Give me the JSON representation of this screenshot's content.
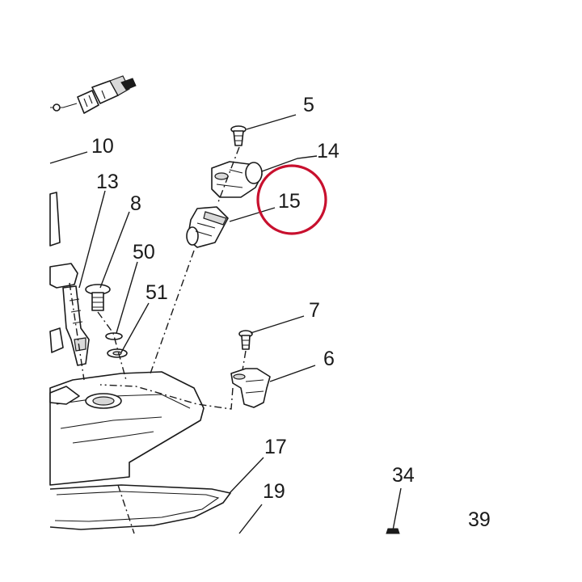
{
  "diagram": {
    "part_numbers": [
      "5",
      "14",
      "15",
      "10",
      "13",
      "8",
      "50",
      "51",
      "7",
      "6",
      "17",
      "19",
      "34",
      "39"
    ],
    "highlight": {
      "part": "15",
      "color": "#c8102e"
    },
    "colors": {
      "line": "#1a1a1a",
      "background": "#ffffff",
      "shade": "#d9d9d9"
    }
  }
}
